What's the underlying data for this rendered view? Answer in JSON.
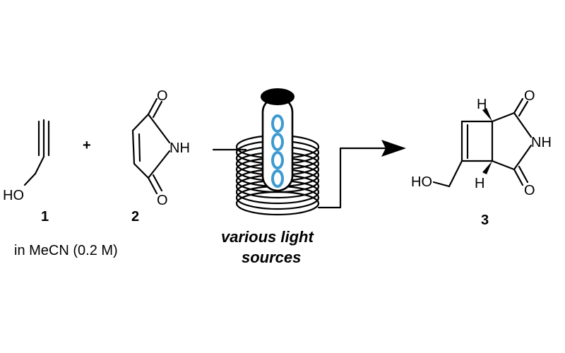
{
  "reactant1": {
    "number": "1",
    "label_ho": "HO"
  },
  "plus_sign": "+",
  "reactant2": {
    "number": "2",
    "label_o_top": "O",
    "label_nh": "NH",
    "label_o_bottom": "O"
  },
  "conditions": "in MeCN (0.2 M)",
  "reactor": {
    "line1": "various light",
    "line2": "sources",
    "droplet_color": "#3d9ad1"
  },
  "product": {
    "number": "3",
    "label_o_top": "O",
    "label_nh": "NH",
    "label_o_bottom": "O",
    "label_h_top": "H",
    "label_h_bottom": "H",
    "label_ho": "HO"
  }
}
